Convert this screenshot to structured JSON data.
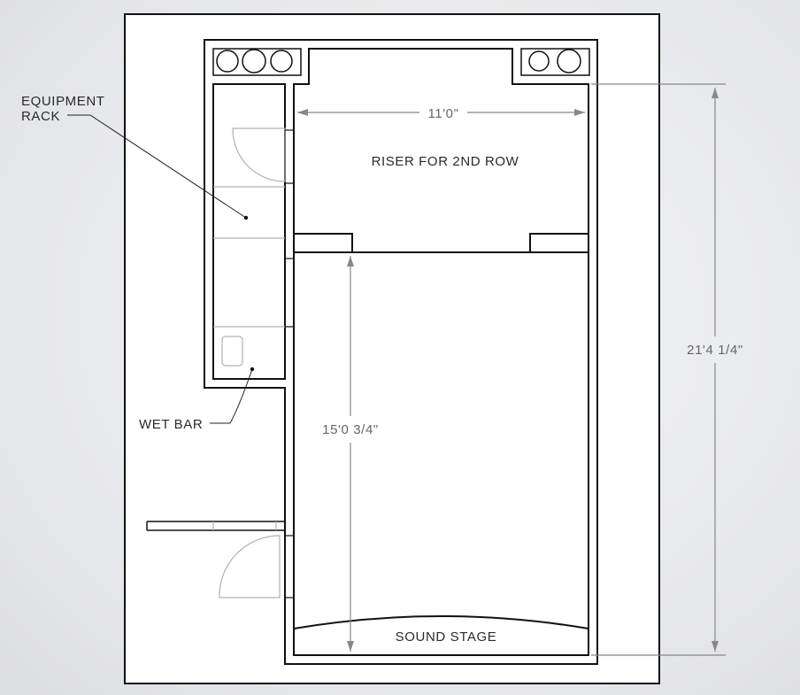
{
  "labels": {
    "equipment_rack_line1": "EQUIPMENT",
    "equipment_rack_line2": "RACK",
    "wet_bar": "WET BAR",
    "riser": "RISER FOR 2ND ROW",
    "sound_stage": "SOUND STAGE"
  },
  "dimensions": {
    "width": "11'0\"",
    "screen_to_riser": "15'0 3/4\"",
    "overall_length": "21'4 1/4\""
  },
  "colors": {
    "paper": "#ffffff",
    "line": "#111111",
    "dimension": "#888888"
  }
}
